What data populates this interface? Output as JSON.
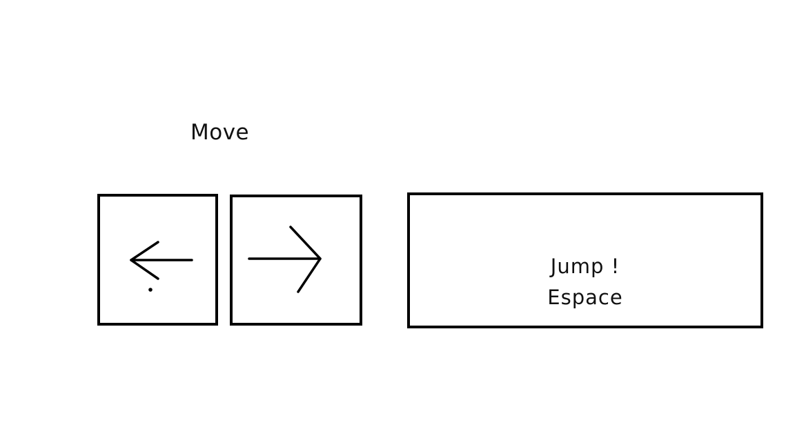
{
  "controls": {
    "move_label": "Move",
    "left_key": {
      "icon": "arrow-left-icon"
    },
    "right_key": {
      "icon": "arrow-right-icon"
    },
    "jump_key": {
      "action_label": "Jump !",
      "key_label": "Espace"
    }
  }
}
